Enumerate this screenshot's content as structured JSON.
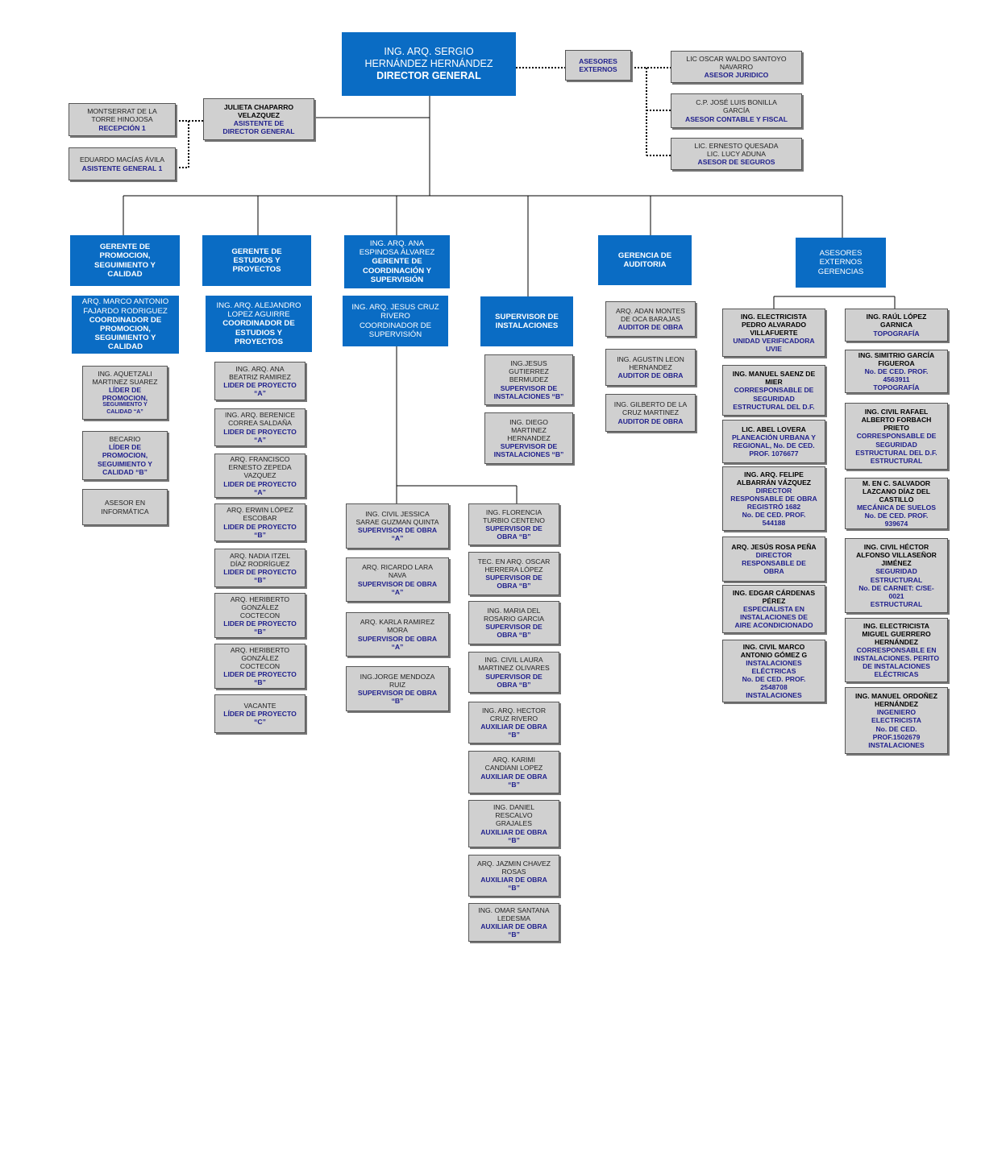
{
  "colors": {
    "box_blue": "#0a6cc4",
    "box_gray": "#d0d0d0",
    "role_text": "#1f1f8c",
    "line": "#000000"
  },
  "director": {
    "name_1": "ING. ARQ. SERGIO",
    "name_2": "HERNÁNDEZ HERNÁNDEZ",
    "title": "DIRECTOR GENERAL"
  },
  "advisors": {
    "group": {
      "l1": "ASESORES",
      "l2": "EXTERNOS"
    },
    "legal": {
      "name_1": "LIC OSCAR WALDO SANTOYO",
      "name_2": "NAVARRO",
      "role": "ASESOR JURIDICO"
    },
    "accounting": {
      "name_1": "C.P.  JOSÉ LUIS BONILLA",
      "name_2": "GARCÍA",
      "role": "ASESOR CONTABLE Y FISCAL"
    },
    "insurance": {
      "name_1": "LIC. ERNESTO QUESADA",
      "name_2": "LIC. LUCY ADUNA",
      "role": "ASESOR DE SEGUROS"
    }
  },
  "assistant": {
    "name_1": "JULIETA CHAPARRO",
    "name_2": "VELAZQUEZ",
    "role_1": "ASISTENTE DE",
    "role_2": "DIRECTOR GENERAL"
  },
  "reception": {
    "name_1": "MONTSERRAT DE LA",
    "name_2": "TORRE HINOJOSA",
    "role": "RECEPCIÓN  1"
  },
  "general_assistant": {
    "name_1": "EDUARDO MACÍAS ÁVILA",
    "role": "ASISTENTE GENERAL 1"
  },
  "col1": {
    "header": {
      "l1": "GERENTE DE",
      "l2": "PROMOCION,",
      "l3": "SEGUIMIENTO  Y",
      "l4": "CALIDAD"
    },
    "coordinator": {
      "n1": "ARQ. MARCO ANTONIO",
      "n2": "FAJARDO RODRIGUEZ",
      "r1": "COORDINADOR DE",
      "r2": "PROMOCION,",
      "r3": "SEGUIMIENTO  Y",
      "r4": "CALIDAD"
    },
    "leader": {
      "n1": "ING. AQUETZALI",
      "n2": "MARTINEZ SUAREZ",
      "r1": "LÍDER DE",
      "r2": "PROMOCION,",
      "r3": "SEGUIMIENTO  Y",
      "r4": "CALIDAD “A”"
    },
    "intern": {
      "n1": "BECARIO",
      "r1": "LÍDER DE",
      "r2": "PROMOCION,",
      "r3": "SEGUIMIENTO  Y",
      "r4": "CALIDAD “B”"
    },
    "it": {
      "l1": "ASESOR EN",
      "l2": "INFORMÁTICA"
    }
  },
  "col2": {
    "header": {
      "l1": "GERENTE DE",
      "l2": "ESTUDIOS Y",
      "l3": "PROYECTOS"
    },
    "coordinator": {
      "n1": "ING. ARQ. ALEJANDRO",
      "n2": "LOPEZ AGUIRRE",
      "r1": "COORDINADOR DE",
      "r2": "ESTUDIOS Y",
      "r3": "PROYECTOS"
    },
    "items": [
      {
        "n1": "ING. ARQ. ANA",
        "n2": "BEATRIZ RAMIREZ",
        "n3": "",
        "r1": "LIDER DE PROYECTO",
        "r2": "“A”"
      },
      {
        "n1": "ING. ARQ. BERENICE",
        "n2": "CORREA SALDAÑA",
        "n3": "",
        "r1": "LIDER DE PROYECTO",
        "r2": "“A”"
      },
      {
        "n1": "ARQ. FRANCISCO",
        "n2": "ERNESTO ZEPEDA",
        "n3": "VAZQUEZ",
        "r1": "LIDER DE PROYECTO",
        "r2": "“A”"
      },
      {
        "n1": "ARQ. ERWIN LÓPEZ",
        "n2": "ESCOBAR",
        "n3": "",
        "r1": "LIDER DE PROYECTO",
        "r2": "“B”"
      },
      {
        "n1": "ARQ. NADIA ITZEL",
        "n2": "DÍAZ RODRÍGUEZ",
        "n3": "",
        "r1": "LIDER DE PROYECTO",
        "r2": "“B”"
      },
      {
        "n1": "ARQ. HERIBERTO",
        "n2": "GONZÁLEZ",
        "n3": "COCTECON",
        "r1": "LIDER DE PROYECTO",
        "r2": "“B”"
      },
      {
        "n1": "ARQ. HERIBERTO",
        "n2": "GONZÁLEZ",
        "n3": "COCTECON",
        "r1": "LIDER DE PROYECTO",
        "r2": "“B”"
      },
      {
        "n1": "VACANTE",
        "n2": "",
        "n3": "",
        "r1": "LÍDER DE PROYECTO",
        "r2": "“C”"
      }
    ]
  },
  "col3": {
    "header": {
      "n1": "ING. ARQ. ANA",
      "n2": "ESPINOSA ÁLVAREZ",
      "r1": "GERENTE DE",
      "r2": "COORDINACIÓN Y",
      "r3": "SUPERVISIÓN"
    },
    "coordinator": {
      "l1": "ING. ARQ. JESUS CRUZ",
      "l2": "RIVERO",
      "l3": "COORDINADOR DE",
      "l4": "SUPERVISIÓN"
    },
    "left": [
      {
        "n1": "ING. CIVIL JESSICA",
        "n2": "SARAE GUZMAN QUINTA",
        "r1": "SUPERVISOR DE OBRA",
        "r2": "“A”"
      },
      {
        "n1": "ARQ. RICARDO LARA",
        "n2": "NAVA",
        "r1": "SUPERVISOR DE OBRA",
        "r2": "“A”"
      },
      {
        "n1": "ARQ. KARLA  RAMIREZ",
        "n2": "MORA",
        "r1": "SUPERVISOR DE OBRA",
        "r2": "“A”"
      },
      {
        "n1": "ING.JORGE MENDOZA",
        "n2": "RUIZ",
        "r1": "SUPERVISOR DE OBRA",
        "r2": "“B”"
      }
    ],
    "right": [
      {
        "n1": "ING. FLORENCIA",
        "n2": "TURBIO CENTENO",
        "n3": "",
        "r1": "SUPERVISOR DE",
        "r2": "OBRA “B”"
      },
      {
        "n1": "TEC. EN ARQ. OSCAR",
        "n2": "HERRERA LÓPEZ",
        "n3": "",
        "r1": "SUPERVISOR DE",
        "r2": "OBRA “B”"
      },
      {
        "n1": "ING. MARIA DEL",
        "n2": "ROSARIO GARCIA",
        "n3": "",
        "r1": "SUPERVISOR DE",
        "r2": "OBRA “B”"
      },
      {
        "n1": "ING. CIVIL LAURA",
        "n2": "MARTINEZ OLIVARES",
        "n3": "",
        "r1": "SUPERVISOR DE",
        "r2": "OBRA “B”"
      },
      {
        "n1": "ING. ARQ. HECTOR",
        "n2": "CRUZ RIVERO",
        "n3": "",
        "r1": "AUXILIAR DE OBRA",
        "r2": "“B”"
      },
      {
        "n1": "ARQ. KARIMI",
        "n2": "CANDIANI LOPEZ",
        "n3": "",
        "r1": "AUXILIAR DE OBRA",
        "r2": "“B”"
      },
      {
        "n1": "ING. DANIEL",
        "n2": "RESCALVO",
        "n3": "GRAJALES",
        "r1": "AUXILIAR DE OBRA",
        "r2": "“B”"
      },
      {
        "n1": "ARQ. JAZMIN CHAVEZ",
        "n2": "ROSAS",
        "n3": "",
        "r1": "AUXILIAR DE OBRA",
        "r2": "“B”"
      },
      {
        "n1": "ING. OMAR SANTANA",
        "n2": "LEDESMA",
        "n3": "",
        "r1": "AUXILIAR DE OBRA",
        "r2": "“B”"
      }
    ]
  },
  "col4": {
    "header": {
      "l1": "SUPERVISOR DE",
      "l2": "INSTALACIONES"
    },
    "items": [
      {
        "n1": "ING.JESUS",
        "n2": "GUTIERREZ",
        "n3": "BERMUDEZ",
        "r1": "SUPERVISOR DE",
        "r2": "INSTALACIONES “B”"
      },
      {
        "n1": "ING. DIEGO",
        "n2": "MARTINEZ",
        "n3": "HERNANDEZ",
        "r1": "SUPERVISOR DE",
        "r2": "INSTALACIONES “B”"
      }
    ]
  },
  "col5": {
    "header": {
      "l1": "GERENCIA DE",
      "l2": "AUDITORIA"
    },
    "items": [
      {
        "n1": "ARQ. ADAN MONTES",
        "n2": "DE OCA BARAJAS",
        "r1": "AUDITOR DE OBRA"
      },
      {
        "n1": "ING. AGUSTIN  LEON",
        "n2": "HERNANDEZ",
        "r1": "AUDITOR DE OBRA"
      },
      {
        "n1": "ING. GILBERTO DE LA",
        "n2": "CRUZ MARTINEZ",
        "r1": "AUDITOR DE OBRA"
      }
    ]
  },
  "col6": {
    "header": {
      "l1": "ASESORES",
      "l2": "EXTERNOS",
      "l3": "GERENCIAS"
    },
    "left": [
      {
        "n1": "ING. ELECTRICISTA",
        "n2": "PEDRO ALVARADO",
        "n3": "VILLAFUERTE",
        "r1": "UNIDAD VERIFICADORA",
        "r2": "UVIE",
        "r3": "",
        "r4": "",
        "r5": ""
      },
      {
        "n1": "ING. MANUEL SAENZ DE",
        "n2": "MIER",
        "n3": "",
        "r1": "CORRESPONSABLE DE",
        "r2": "SEGURIDAD",
        "r3": "ESTRUCTURAL DEL D.F.",
        "r4": "",
        "r5": ""
      },
      {
        "n1": "LIC. ABEL LOVERA",
        "n2": "",
        "n3": "",
        "r1": "PLANEACIÓN URBANA Y",
        "r2": "REGIONAL, No. DE CED.",
        "r3": "PROF. 1076677",
        "r4": "",
        "r5": ""
      },
      {
        "n1": "ING. ARQ. FELIPE",
        "n2": "ALBARRÁN VÁZQUEZ",
        "n3": "",
        "r1": "DIRECTOR",
        "r2": "RESPONSABLE DE OBRA",
        "r3": "REGISTRÓ 1682",
        "r4": "No. DE CED. PROF.",
        "r5": "544188"
      },
      {
        "n1": "ARQ. JESÚS ROSA PEÑA",
        "n2": "",
        "n3": "",
        "r1": "DIRECTOR",
        "r2": "RESPONSABLE DE",
        "r3": "OBRA",
        "r4": "",
        "r5": ""
      },
      {
        "n1": "ING. EDGAR CÁRDENAS",
        "n2": "PÉREZ",
        "n3": "",
        "r1": "ESPECIALISTA EN",
        "r2": "INSTALACIONES DE",
        "r3": "AIRE ACONDICIONADO",
        "r4": "",
        "r5": ""
      },
      {
        "n1": "ING. CIVIL MARCO",
        "n2": "ANTONIO GÓMEZ G",
        "n3": "",
        "r1": "INSTALACIONES",
        "r2": "ELÉCTRICAS",
        "r3": "No. DE CED. PROF.",
        "r4": "2548708",
        "r5": "INSTALACIONES"
      }
    ],
    "right": [
      {
        "n1": "ING. RAÚL LÓPEZ",
        "n2": "GARNICA",
        "n3": "",
        "r1": "TOPOGRAFÍA",
        "r2": "",
        "r3": "",
        "r4": "",
        "r5": ""
      },
      {
        "n1": "ING. SIMITRIO GARCÍA",
        "n2": "FIGUEROA",
        "n3": "",
        "r1": "No. DE CED. PROF.",
        "r2": "4563911",
        "r3": "TOPOGRAFÍA",
        "r4": "",
        "r5": ""
      },
      {
        "n1": "ING. CIVIL RAFAEL",
        "n2": "ALBERTO FORBACH",
        "n3": "PRIETO",
        "r1": "CORRESPONSABLE DE",
        "r2": "SEGURIDAD",
        "r3": "ESTRUCTURAL DEL D.F.",
        "r4": "ESTRUCTURAL",
        "r5": ""
      },
      {
        "n1": "M. EN C. SALVADOR",
        "n2": "LAZCANO DÍAZ DEL",
        "n3": "CASTILLO",
        "r1": "MECÁNICA DE SUELOS",
        "r2": "No. DE CED. PROF.",
        "r3": "939674",
        "r4": "",
        "r5": ""
      },
      {
        "n1": "ING. CIVIL HÉCTOR",
        "n2": "ALFONSO VILLASEÑOR",
        "n3": "JIMÉNEZ",
        "r1": "SEGURIDAD",
        "r2": "ESTRUCTURAL",
        "r3": "No. DE CARNET: C/SE-",
        "r4": "0021",
        "r5": "ESTRUCTURAL"
      },
      {
        "n1": "ING. ELECTRICISTA",
        "n2": "MIGUEL GUERRERO",
        "n3": "HERNÁNDEZ",
        "r1": "CORRESPONSABLE EN",
        "r2": "INSTALACIONES. PERITO",
        "r3": "DE INSTALACIONES",
        "r4": "ELÉCTRICAS",
        "r5": ""
      },
      {
        "n1": "ING. MANUEL ORDOÑEZ",
        "n2": "HERNÁNDEZ",
        "n3": "",
        "r1": "INGENIERO",
        "r2": "ELECTRICISTA",
        "r3": "No. DE CED.",
        "r4": "PROF.1502679",
        "r5": "INSTALACIONES"
      }
    ]
  }
}
